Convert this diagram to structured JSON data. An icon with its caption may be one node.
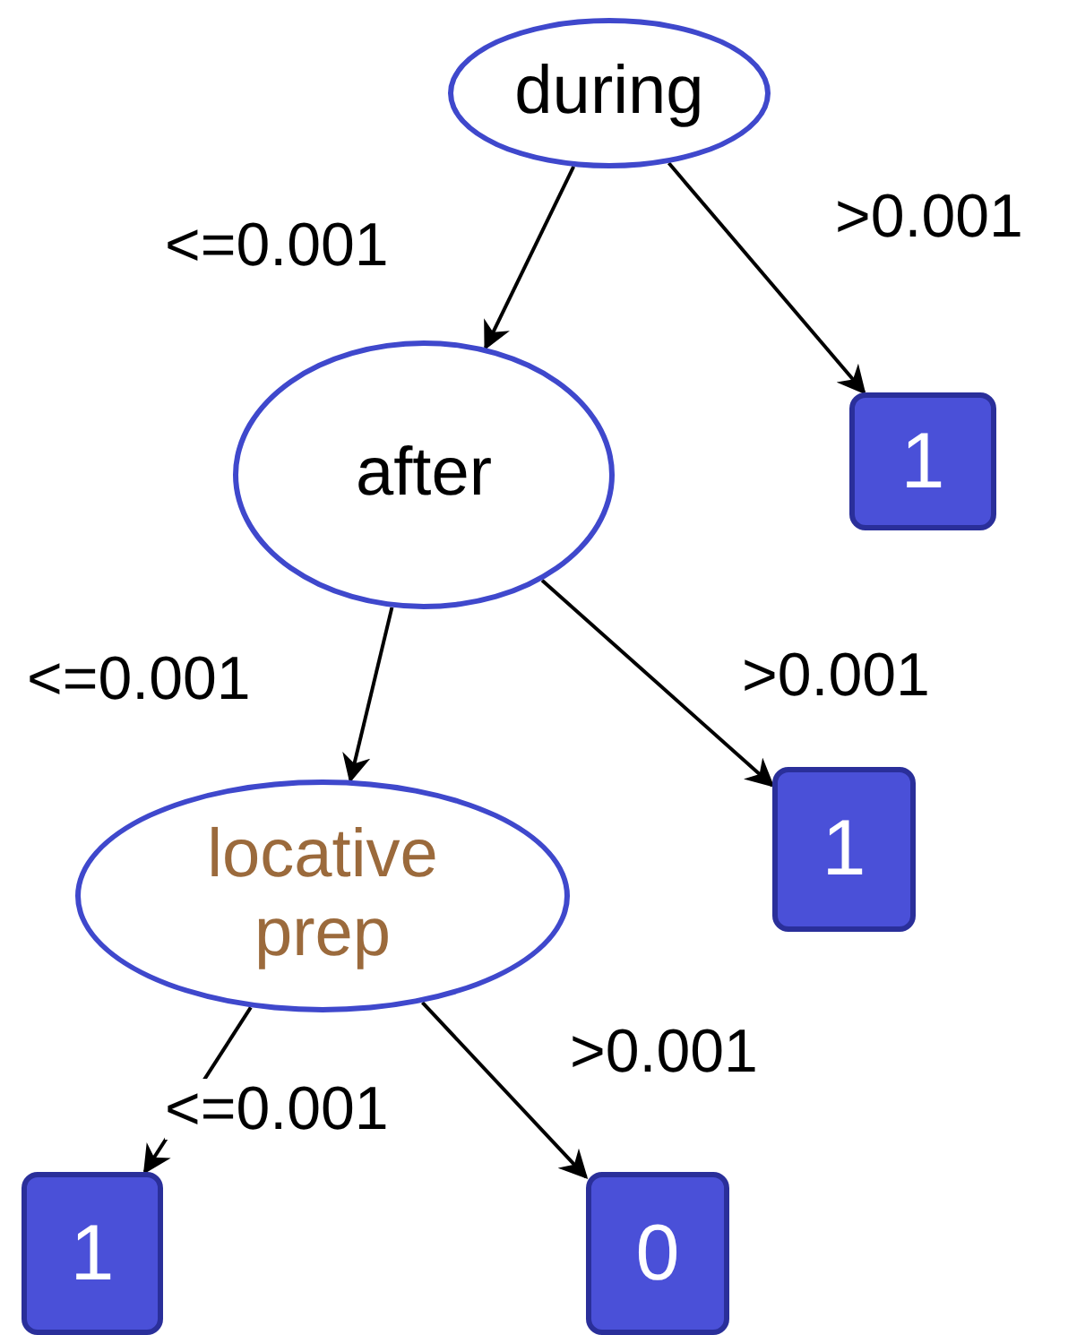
{
  "diagram": {
    "nodes": [
      {
        "text": [
          "during"
        ]
      },
      {
        "text": [
          "1"
        ]
      },
      {
        "text": [
          "after"
        ]
      },
      {
        "text": [
          "1"
        ]
      },
      {
        "text": [
          "locative prep"
        ]
      },
      {
        "text": [
          "1"
        ]
      },
      {
        "text": [
          "0"
        ]
      }
    ],
    "edges": [
      {
        "from": 0,
        "to": 2,
        "arrow": "to",
        "label": "<=0.001"
      },
      {
        "from": 0,
        "to": 1,
        "arrow": "to",
        "label": ">0.001"
      },
      {
        "from": 2,
        "to": 4,
        "arrow": "to",
        "label": "<=0.001"
      },
      {
        "from": 2,
        "to": 3,
        "arrow": "to",
        "label": ">0.001"
      },
      {
        "from": 4,
        "to": 5,
        "arrow": "to",
        "label": "<=0.001"
      },
      {
        "from": 4,
        "to": 6,
        "arrow": "to",
        "label": ">0.001"
      }
    ]
  }
}
